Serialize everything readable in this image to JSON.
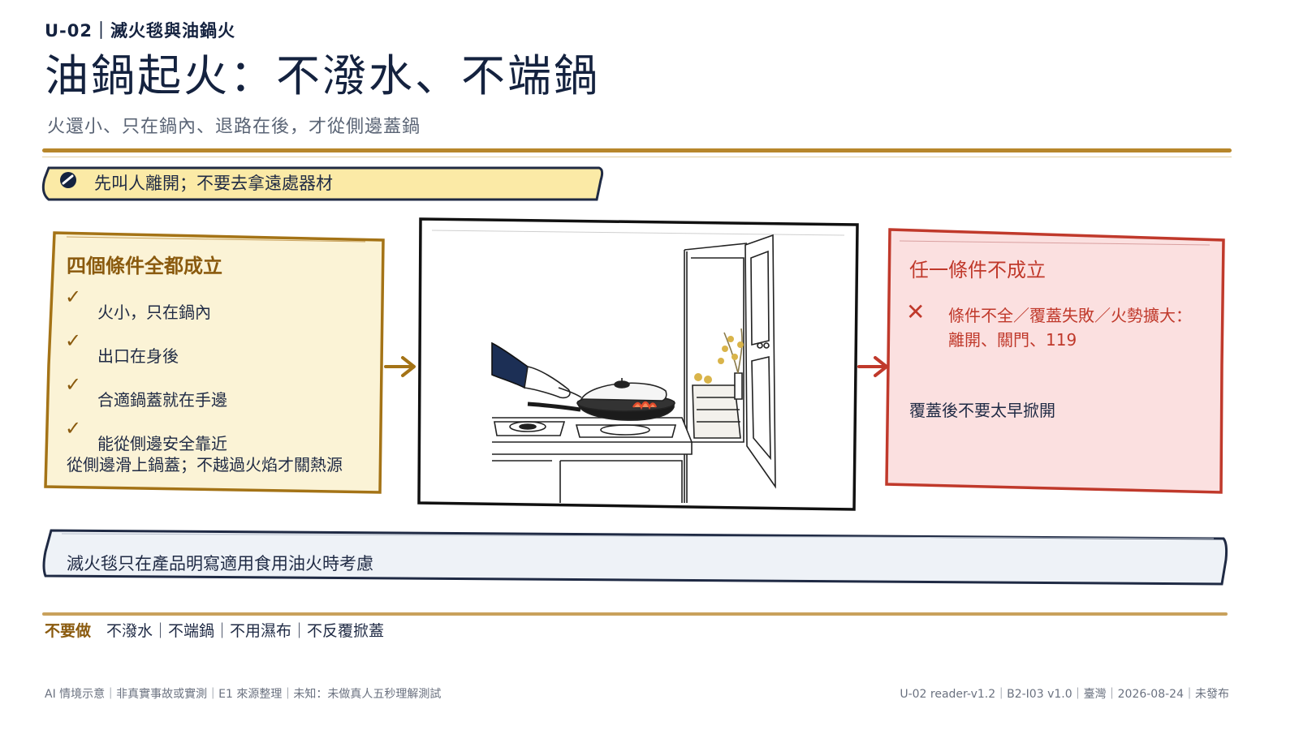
{
  "header": {
    "unit_tag": "U-02｜滅火毯與油鍋火",
    "title": "油鍋起火：不潑水、不端鍋",
    "subtitle": "火還小、只在鍋內、退路在後，才從側邊蓋鍋"
  },
  "warning": {
    "icon": "no-entry-icon",
    "text": "先叫人離開；不要去拿遠處器材"
  },
  "left_panel": {
    "title": "四個條件全都成立",
    "check_icon": "checkmark-icon",
    "conditions": [
      "火小，只在鍋內",
      "出口在身後",
      "合適鍋蓋就在手邊",
      "能從側邊安全靠近"
    ],
    "note": "從側邊滑上鍋蓋；不越過火焰才關熱源",
    "color": "#b07d1a"
  },
  "illustration": {
    "subject": "hand-covering-pan-with-lid-illustration"
  },
  "right_panel": {
    "title": "任一條件不成立",
    "x_icon": "cross-icon",
    "action_line1": "條件不全／覆蓋失敗／火勢擴大：",
    "action_line2": "離開、關門、119",
    "note": "覆蓋後不要太早掀開",
    "color": "#c0392b"
  },
  "banner": {
    "text": "滅火毯只在產品明寫適用食用油火時考慮"
  },
  "dont": {
    "label": "不要做",
    "items": "不潑水｜不端鍋｜不用濕布｜不反覆掀蓋"
  },
  "footer": {
    "left": "AI 情境示意｜非真實事故或實測｜E1 來源整理｜未知：未做真人五秒理解測試",
    "right": "U-02 reader-v1.2｜B2-I03 v1.0｜臺灣｜2026-08-24｜未發布"
  }
}
